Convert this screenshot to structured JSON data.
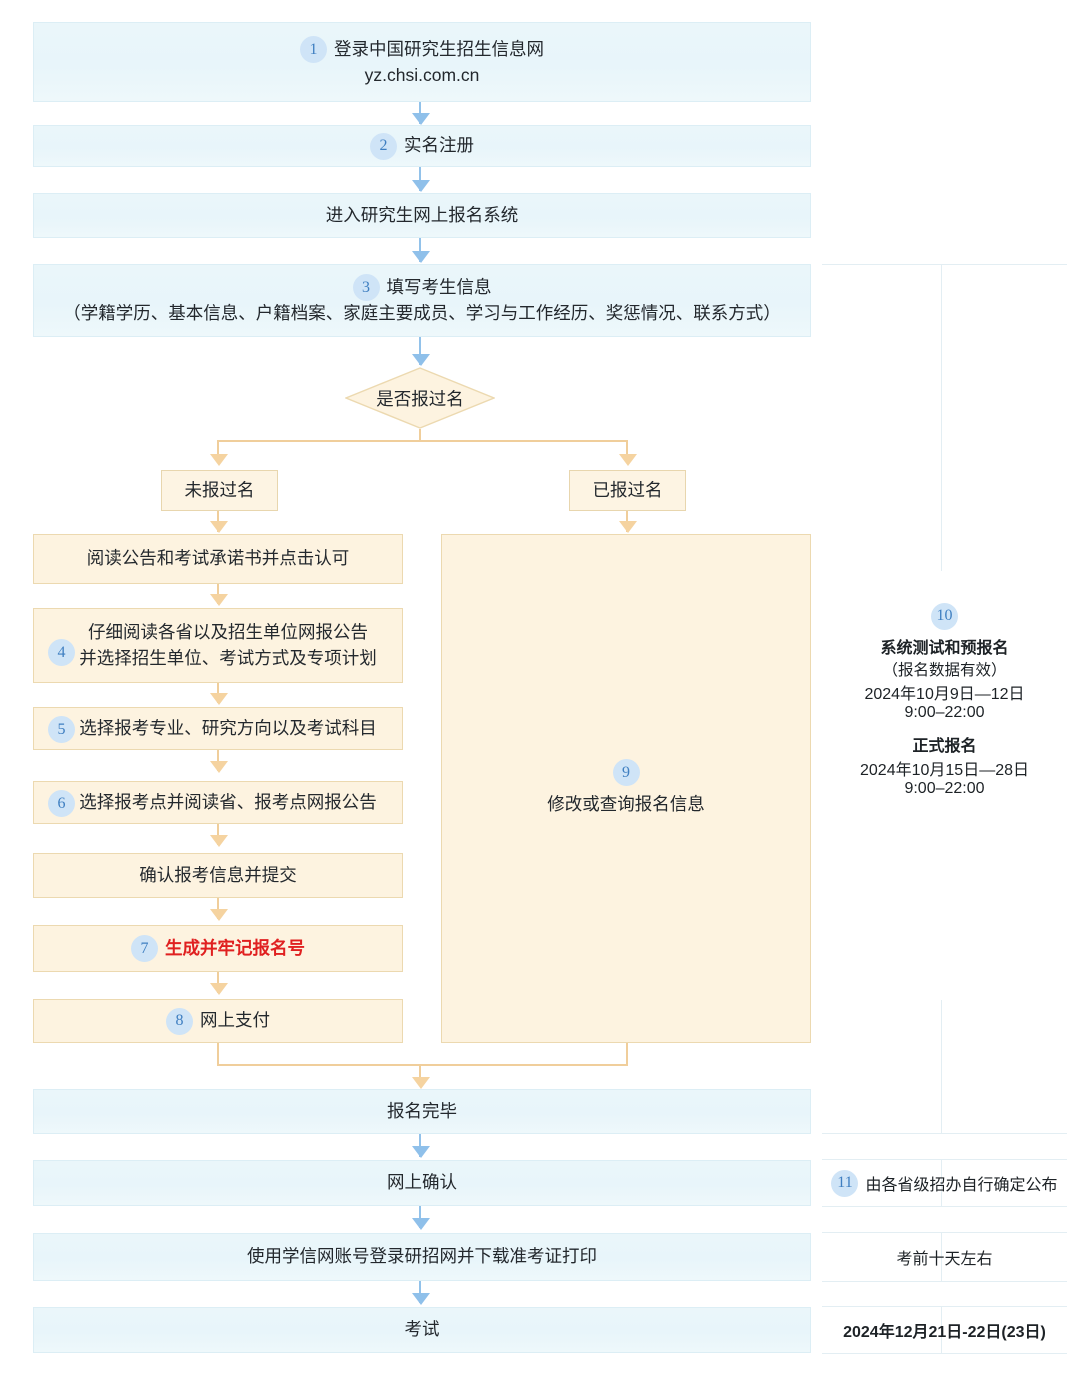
{
  "flow": {
    "step1": {
      "badge": "1",
      "line1": "登录中国研究生招生信息网",
      "line2": "yz.chsi.com.cn"
    },
    "step2": {
      "badge": "2",
      "label": "实名注册"
    },
    "step3": {
      "label": "进入研究生网上报名系统"
    },
    "step4": {
      "badge": "3",
      "line1": "填写考生信息",
      "line2": "（学籍学历、基本信息、户籍档案、家庭主要成员、学习与工作经历、奖惩情况、联系方式）"
    },
    "decision": {
      "label": "是否报过名"
    },
    "branch_left": {
      "label": "未报过名"
    },
    "branch_right": {
      "label": "已报过名"
    },
    "left": {
      "b1": {
        "label": "阅读公告和考试承诺书并点击认可"
      },
      "b2": {
        "badge": "4",
        "line1": "仔细阅读各省以及招生单位网报公告",
        "line2": "并选择招生单位、考试方式及专项计划"
      },
      "b3": {
        "badge": "5",
        "label": "选择报考专业、研究方向以及考试科目"
      },
      "b4": {
        "badge": "6",
        "label": "选择报考点并阅读省、报考点网报公告"
      },
      "b5": {
        "label": "确认报考信息并提交"
      },
      "b6": {
        "badge": "7",
        "label": "生成并牢记报名号"
      },
      "b7": {
        "badge": "8",
        "label": "网上支付"
      }
    },
    "right_panel": {
      "badge": "9",
      "label": "修改或查询报名信息"
    },
    "tail": {
      "t1": {
        "label": "报名完毕"
      },
      "t2": {
        "label": "网上确认"
      },
      "t3": {
        "label": "使用学信网账号登录研招网并下载准考证打印"
      },
      "t4": {
        "label": "考试"
      }
    }
  },
  "timeline": {
    "cell10": {
      "badge": "10",
      "title1": "系统测试和预报名",
      "note1": "（报名数据有效）",
      "date1": "2024年10月9日—12日",
      "time1": "9:00–22:00",
      "title2": "正式报名",
      "date2": "2024年10月15日—28日",
      "time2": "9:00–22:00"
    },
    "cell11": {
      "badge": "11",
      "label": "由各省级招办自行确定公布"
    },
    "cell12": {
      "label": "考前十天左右"
    },
    "cell13": {
      "label": "2024年12月21日-22日(23日)"
    }
  },
  "colors": {
    "blue_fill": "#eaf6fa",
    "blue_border": "#dceef5",
    "orange_fill": "#fdf3e0",
    "orange_border": "#ecd9b0",
    "badge_bg": "#cfe4f7",
    "badge_text": "#3f7fc1",
    "arrow_blue": "#8fc0ea",
    "arrow_orange": "#f5d3a0",
    "highlight_red": "#e02020"
  }
}
